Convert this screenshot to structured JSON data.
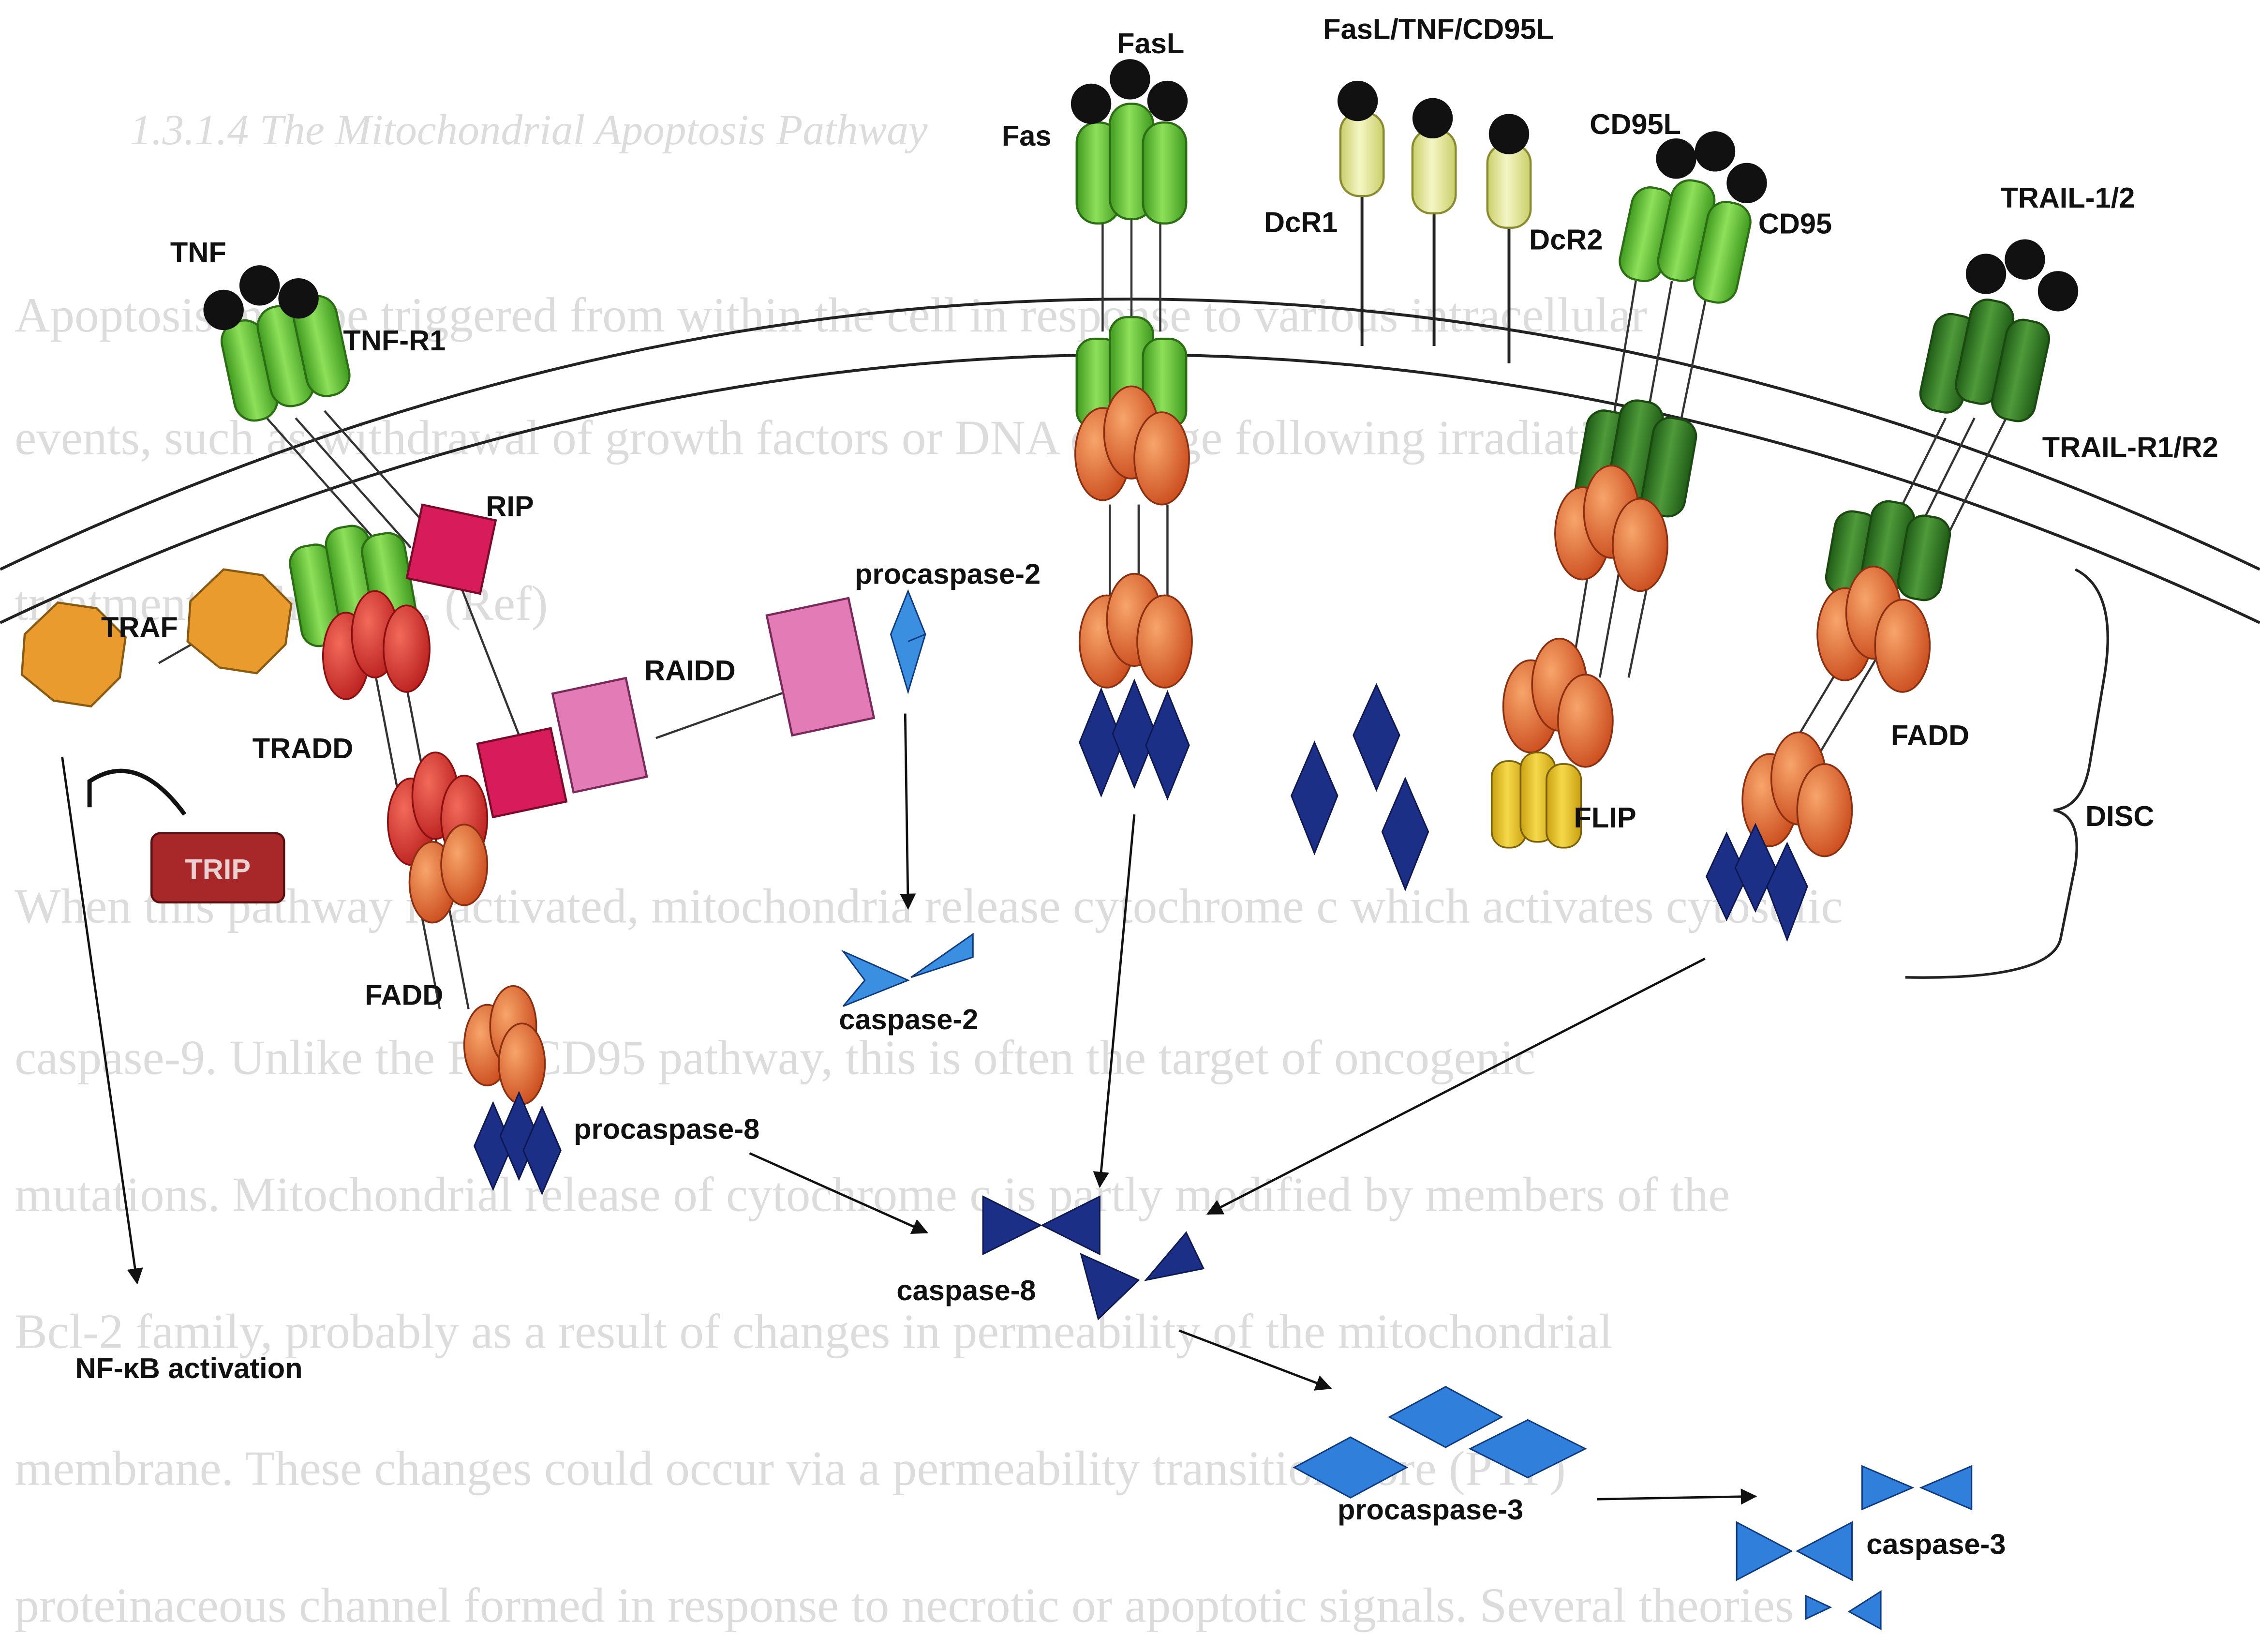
{
  "background_text": {
    "section_heading": "1.3.1.4 The Mitochondrial Apoptosis Pathway",
    "lines": [
      "Apoptosis may be triggered from within the cell in response to various intracellular",
      "events, such as withdrawal of growth factors or DNA damage following irradiation or",
      "treatment with drugs. (Ref)",
      "When this pathway is activated, mitochondria release cytochrome c which activates cytosolic",
      "caspase-9. Unlike the Fas/CD95 pathway, this is often the target of oncogenic",
      "mutations. Mitochondrial release of cytochrome c is partly modified by members of the",
      "Bcl-2 family, probably as a result of changes in permeability of the mitochondrial",
      "membrane. These changes could occur via a permeability transition pore (PTP)",
      "proteinaceous channel formed in response to necrotic or apoptotic signals. Several theories"
    ]
  },
  "labels": {
    "tnf": "TNF",
    "tnf_r1": "TNF-R1",
    "rip": "RIP",
    "traf": "TRAF",
    "tradd": "TRADD",
    "trip": "TRIP",
    "fadd_left": "FADD",
    "raidd": "RAIDD",
    "procaspase2": "procaspase-2",
    "caspase2": "caspase-2",
    "procaspase8": "procaspase-8",
    "caspase8": "caspase-8",
    "nfkb": "NF-κB activation",
    "fasl": "FasL",
    "fas": "Fas",
    "fasl_tnf_cd95l": "FasL/TNF/CD95L",
    "dcr1": "DcR1",
    "dcr2": "DcR2",
    "cd95l": "CD95L",
    "cd95": "CD95",
    "flip": "FLIP",
    "trail": "TRAIL-1/2",
    "trail_r": "TRAIL-R1/R2",
    "fadd_right": "FADD",
    "disc": "DISC",
    "procaspase3": "procaspase-3",
    "caspase3": "caspase-3"
  },
  "colors": {
    "ligand": "#111111",
    "receptor_green": "#6cc23a",
    "receptor_dark_green": "#2f7a24",
    "decoy_yellow": "#e8eda0",
    "adaptor_orange": "#e8692a",
    "tradd_red": "#e0302a",
    "rip_magenta": "#d81b5a",
    "raidd_pink": "#e27bb6",
    "traf_orange": "#e99b2e",
    "trip_darkred": "#a8282a",
    "caspase_navy": "#1c2f86",
    "caspase_light_blue": "#3a8fe0",
    "flip_yellow": "#e8c21a",
    "membrane": "#222222"
  }
}
